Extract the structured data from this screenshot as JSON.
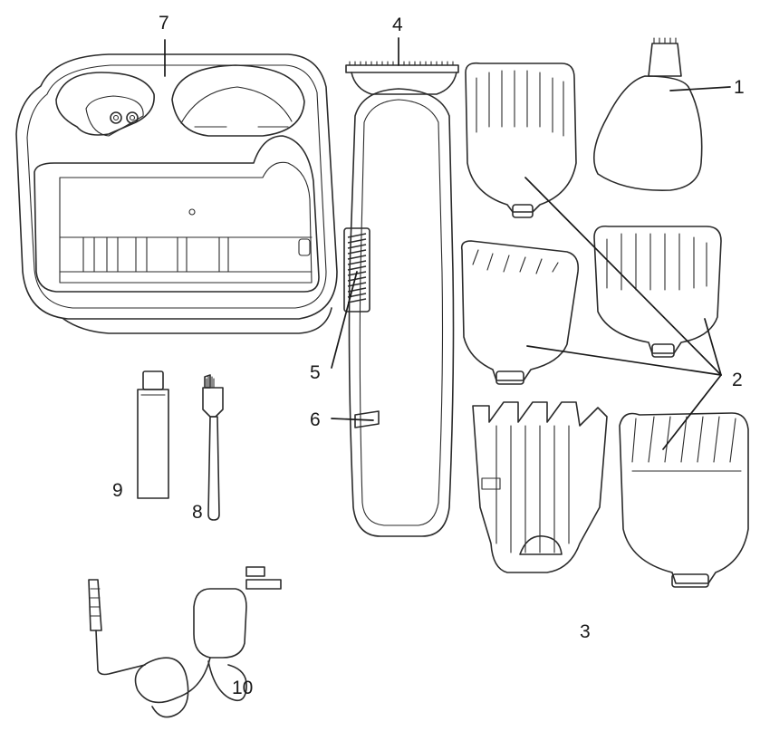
{
  "labels": {
    "nose_trimmer": "1",
    "beard_combs": "2",
    "hair_combs": "3",
    "trimmer_blade": "4",
    "slider": "5",
    "charging_light": "6",
    "stand": "7",
    "cleaning_brush": "8",
    "oil": "9",
    "adapter": "10"
  },
  "colors": {
    "ink": "#2b2b2b",
    "paper": "#ffffff"
  }
}
